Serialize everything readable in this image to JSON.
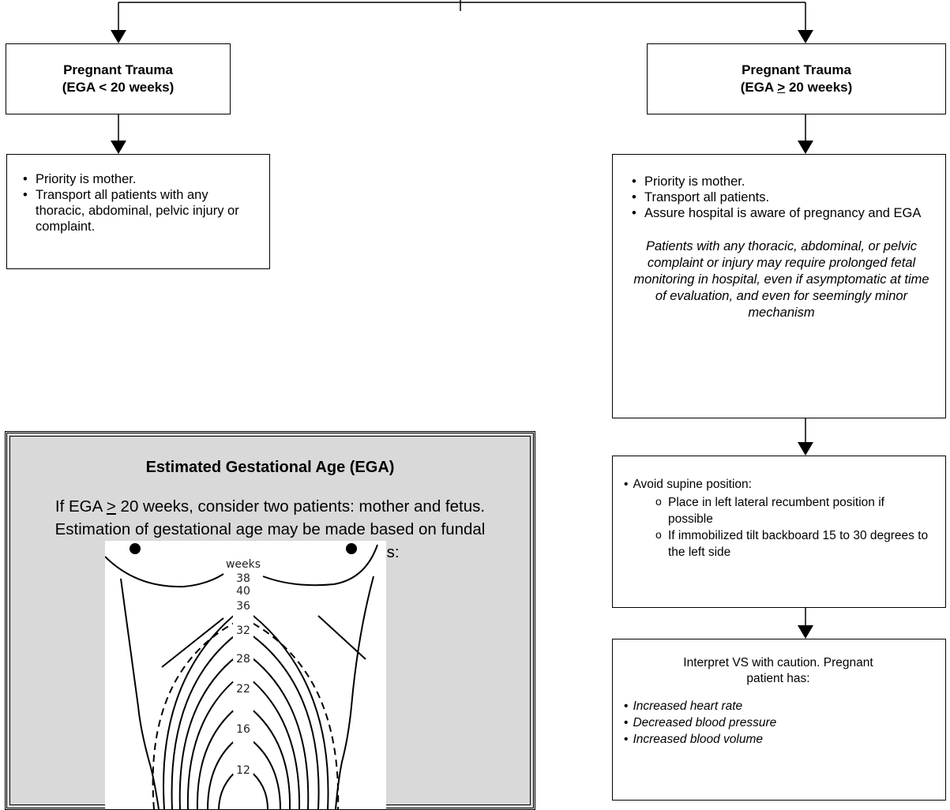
{
  "left_title": {
    "line1": "Pregnant Trauma",
    "line2_prefix": "(EGA < 20 weeks)"
  },
  "left_bullets": [
    "Priority is mother.",
    "Transport all patients with any thoracic, abdominal, pelvic injury or complaint."
  ],
  "right_title": {
    "line1": "Pregnant Trauma",
    "line2_pre": "(EGA ",
    "line2_ge": ">",
    "line2_post": " 20 weeks)"
  },
  "right_bullets": [
    "Priority is mother.",
    "Transport all patients.",
    "Assure hospital is aware of pregnancy and EGA"
  ],
  "right_note": "Patients with any thoracic, abdominal, or pelvic complaint or injury may require prolonged fetal monitoring in hospital, even if asymptomatic at time of evaluation, and even for seemingly minor mechanism",
  "supine": {
    "heading": "Avoid supine position:",
    "items": [
      "Place in left lateral recumbent position if possible",
      "If immobilized tilt backboard 15 to 30 degrees to the left side"
    ]
  },
  "vitals": {
    "intro": "Interpret VS with caution. Pregnant patient has:",
    "items": [
      "Increased heart rate",
      "Decreased blood pressure",
      "Increased blood volume"
    ]
  },
  "ega": {
    "title": "Estimated Gestational Age (EGA)",
    "body_pre": "If EGA ",
    "body_ge": ">",
    "body_post": " 20 weeks, consider two patients: mother and fetus. Estimation of gestational age may be made based on fundal height by palpating for top of uterus:",
    "figure": {
      "unit_label": "weeks",
      "levels": [
        "38",
        "40",
        "36",
        "32",
        "28",
        "22",
        "16",
        "12"
      ]
    }
  }
}
